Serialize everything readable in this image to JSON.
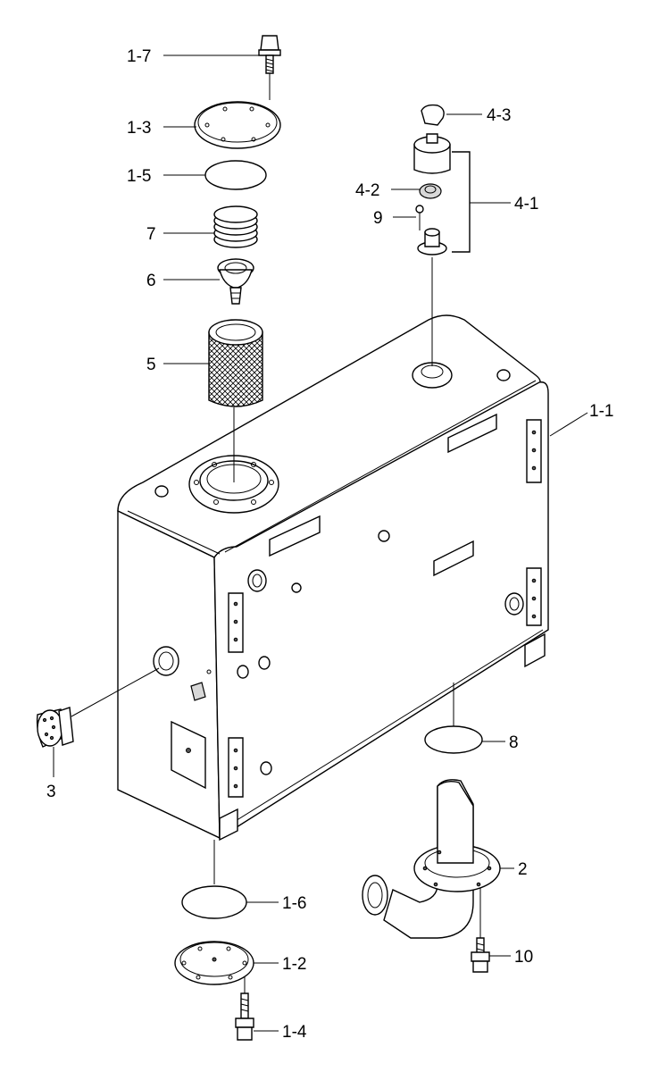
{
  "labels": {
    "l1_7": "1-7",
    "l1_3": "1-3",
    "l1_5": "1-5",
    "l7": "7",
    "l6": "6",
    "l5": "5",
    "l4_3": "4-3",
    "l4_2": "4-2",
    "l4_1": "4-1",
    "l9": "9",
    "l1_1": "1-1",
    "l3": "3",
    "l8": "8",
    "l2": "2",
    "l1_6": "1-6",
    "l10": "10",
    "l1_2": "1-2",
    "l1_4": "1-4"
  }
}
